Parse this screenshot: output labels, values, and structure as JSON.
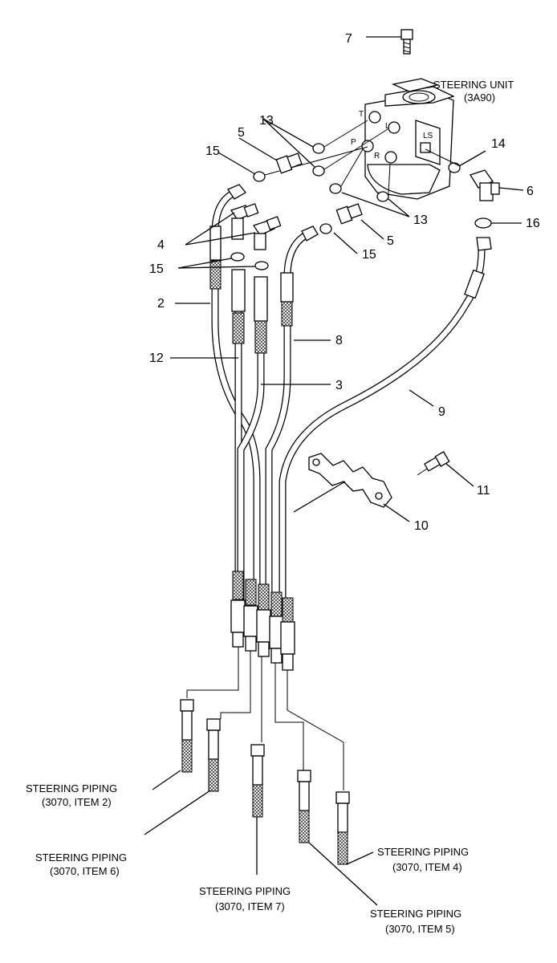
{
  "unit": {
    "title": "STEERING UNIT",
    "code": "(3A90)",
    "ports": [
      "T",
      "L",
      "P",
      "R",
      "LS"
    ]
  },
  "callouts": {
    "c2": "2",
    "c3": "3",
    "c4": "4",
    "c5a": "5",
    "c5b": "5",
    "c6": "6",
    "c7": "7",
    "c8": "8",
    "c9": "9",
    "c10": "10",
    "c11": "11",
    "c12": "12",
    "c13a": "13",
    "c13b": "13",
    "c14": "14",
    "c15a": "15",
    "c15b": "15",
    "c15c": "15",
    "c16": "16"
  },
  "piping_refs": [
    {
      "title": "STEERING PIPING",
      "ref": "(3070, ITEM 2)"
    },
    {
      "title": "STEERING PIPING",
      "ref": "(3070, ITEM 6)"
    },
    {
      "title": "STEERING PIPING",
      "ref": "(3070, ITEM 7)"
    },
    {
      "title": "STEERING PIPING",
      "ref": "(3070, ITEM 5)"
    },
    {
      "title": "STEERING PIPING",
      "ref": "(3070, ITEM 4)"
    }
  ]
}
